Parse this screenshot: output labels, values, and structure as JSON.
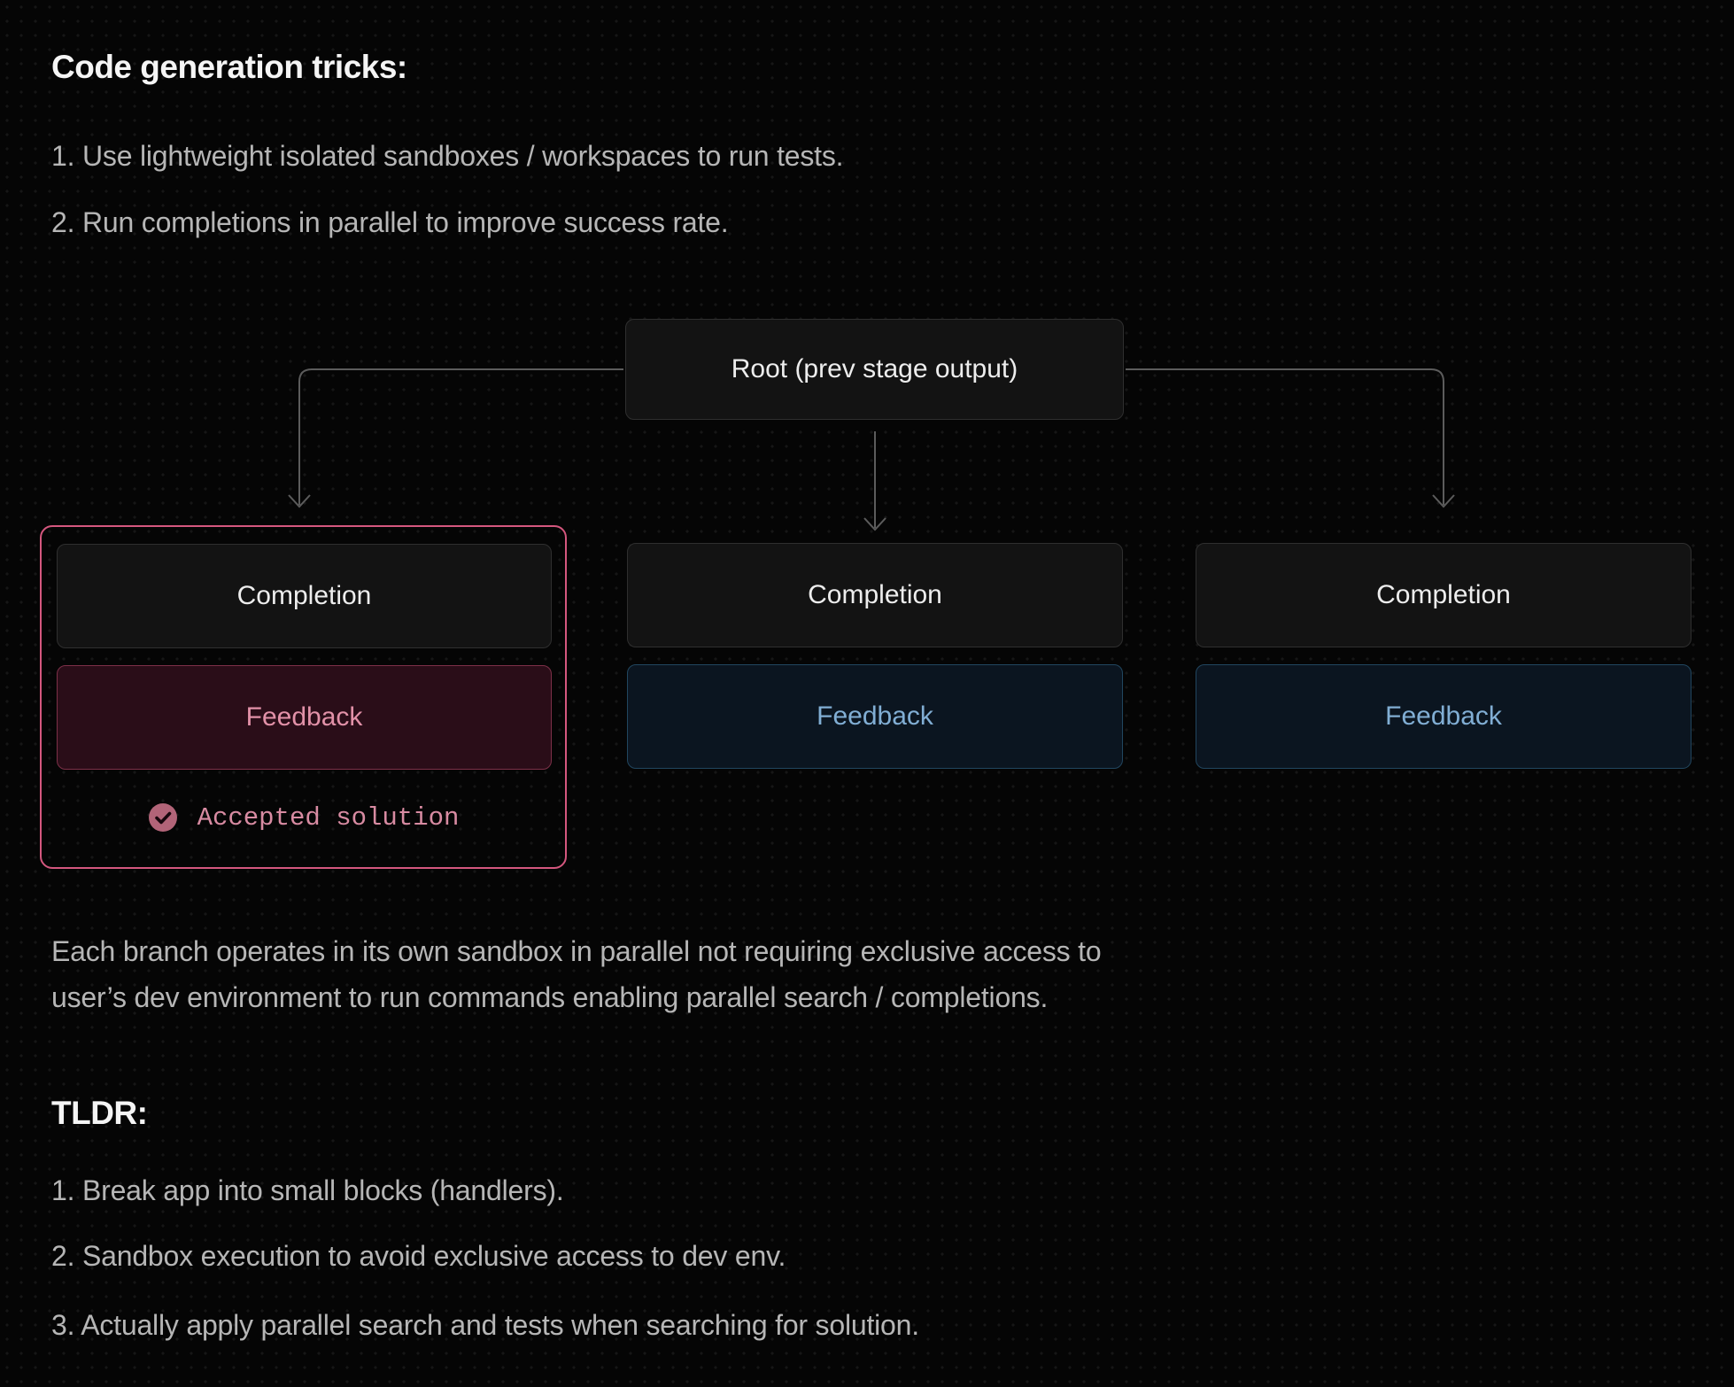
{
  "intro": {
    "heading": "Code generation tricks:",
    "items": [
      "1. Use lightweight isolated sandboxes / workspaces to run tests.",
      "2. Run completions in parallel to improve success rate."
    ]
  },
  "diagram": {
    "root_label": "Root (prev stage output)",
    "branches": [
      {
        "completion_label": "Completion",
        "feedback_label": "Feedback",
        "accepted_label": "Accepted solution"
      },
      {
        "completion_label": "Completion",
        "feedback_label": "Feedback"
      },
      {
        "completion_label": "Completion",
        "feedback_label": "Feedback"
      }
    ]
  },
  "description_lines": [
    "Each branch operates in its own sandbox in parallel not requiring exclusive access to",
    "user’s dev environment to run commands enabling parallel search / completions."
  ],
  "tldr": {
    "heading": "TLDR:",
    "items": [
      "1. Break app into small blocks (handlers).",
      "2. Sandbox execution to avoid exclusive access to dev env.",
      "3. Actually apply parallel search and tests when searching for solution."
    ]
  },
  "colors": {
    "accent_pink": "#d4577e",
    "pink_text": "#e291a8",
    "maroon_bg": "#2a0d18",
    "blue_text": "#81aed4",
    "blue_bg": "#0b1520",
    "node_bg": "#131313",
    "connector_gray": "#5c5c5c"
  }
}
